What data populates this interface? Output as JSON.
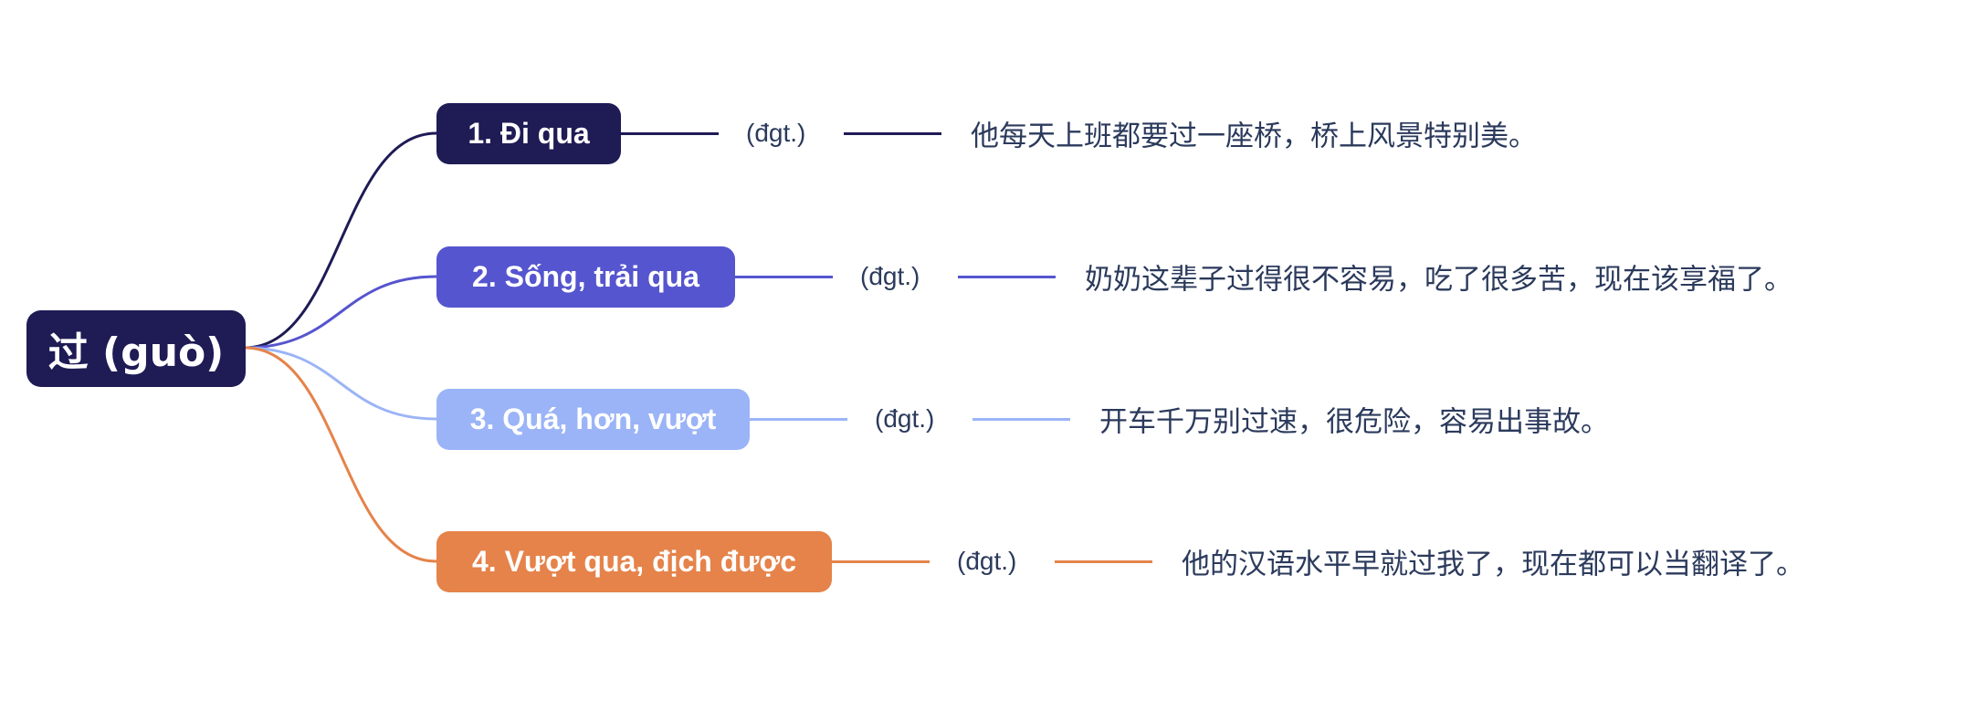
{
  "root": {
    "label": "过 (guò)",
    "color": "#1e1b55"
  },
  "branches": [
    {
      "label": "1. Đi qua",
      "color": "#1e1b55",
      "text_color": "#ffffff",
      "tag": "(đgt.)",
      "example": "他每天上班都要过一座桥，桥上风景特别美。"
    },
    {
      "label": "2. Sống, trải qua",
      "color": "#5555cf",
      "text_color": "#ffffff",
      "tag": "(đgt.)",
      "example": "奶奶这辈子过得很不容易，吃了很多苦，现在该享福了。"
    },
    {
      "label": "3. Quá, hơn, vượt",
      "color": "#9bb4f7",
      "text_color": "#ffffff",
      "tag": "(đgt.)",
      "example": "开车千万别过速，很危险，容易出事故。"
    },
    {
      "label": "4. Vượt qua, địch được",
      "color": "#e5834a",
      "text_color": "#ffffff",
      "tag": "(đgt.)",
      "example": "他的汉语水平早就过我了，现在都可以当翻译了。"
    }
  ]
}
